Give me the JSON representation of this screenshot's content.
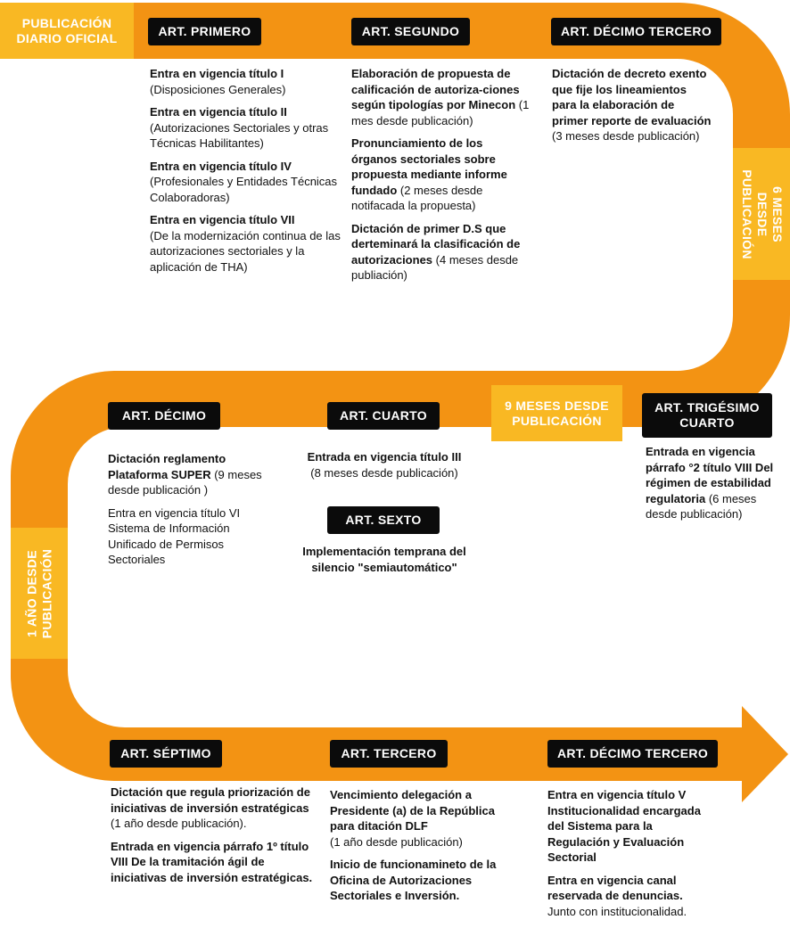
{
  "colors": {
    "track": "#f39313",
    "stamp": "#f9b823",
    "badge": "#0b0b0b"
  },
  "milestones": {
    "publicacion": "PUBLICACIÓN\nDIARIO OFICIAL",
    "seis_meses": "6 MESES DESDE\nPUBLICACIÓN",
    "nueve_meses": "9 MESES DESDE\nPUBLICACIÓN",
    "un_anio": "1 AÑO DESDE\nPUBLICACIÓN"
  },
  "row1": {
    "primero": {
      "badge": "ART. PRIMERO",
      "items": [
        {
          "bold": "Entra en vigencia título I",
          "normal": "(Disposiciones Generales)"
        },
        {
          "bold": "Entra en vigencia título II",
          "normal": "(Autorizaciones Sectoriales y otras Técnicas Habilitantes)"
        },
        {
          "bold": "Entra en vigencia título IV",
          "normal": "(Profesionales y Entidades Técnicas Colaboradoras)"
        },
        {
          "bold": "Entra en vigencia título VII",
          "normal": "(De la modernización continua de las autorizaciones sectoriales y la aplicación de THA)"
        }
      ]
    },
    "segundo": {
      "badge": "ART. SEGUNDO",
      "items": [
        {
          "bold": "Elaboración de propuesta de calificación de autoriza-ciones según tipologías por Minecon",
          "normal": "(1 mes desde publicación)"
        },
        {
          "bold": "Pronunciamiento de los órganos sectoriales sobre propuesta mediante informe fundado",
          "normal": "(2 meses desde notifacada la propuesta)"
        },
        {
          "bold": "Dictación de primer D.S que derteminará la clasificación de autorizaciones",
          "normal": "(4 meses desde publiación)"
        }
      ]
    },
    "decimo_tercero": {
      "badge": "ART. DÉCIMO TERCERO",
      "items": [
        {
          "bold": "Dictación de decreto exento que fije los lineamientos para la elaboración de primer reporte de evaluación",
          "normal": "(3 meses desde publicación)"
        }
      ]
    }
  },
  "row2": {
    "decimo": {
      "badge": "ART. DÉCIMO",
      "items": [
        {
          "bold": "Dictación reglamento Plataforma SUPER",
          "normal": "(9 meses desde publicación )"
        },
        {
          "bold": "",
          "normal": "Entra en vigencia título VI Sistema de Información Unificado de Permisos Sectoriales"
        }
      ]
    },
    "cuarto": {
      "badge": "ART. CUARTO",
      "items": [
        {
          "bold": "Entrada en vigencia título III",
          "normal": "(8 meses desde publicación)"
        }
      ]
    },
    "sexto": {
      "badge": "ART. SEXTO",
      "items": [
        {
          "bold": "Implementación temprana del silencio \"semiautomático\"",
          "normal": ""
        }
      ]
    },
    "trigesimo_cuarto": {
      "badge": "ART. TRIGÉSIMO CUARTO",
      "items": [
        {
          "bold": "Entrada en vigencia párrafo °2 título VIII Del régimen de estabilidad regulatoria",
          "normal": "(6 meses desde publicación)"
        }
      ]
    }
  },
  "row3": {
    "septimo": {
      "badge": "ART. SÉPTIMO",
      "items": [
        {
          "bold": "Dictación que regula priorización de iniciativas de inversión estratégicas",
          "normal": "(1 año desde publicación)."
        },
        {
          "bold": "Entrada en vigencia párrafo 1º título VIII De la tramitación ágil de iniciativas de inversión estratégicas.",
          "normal": ""
        }
      ]
    },
    "tercero": {
      "badge": "ART. TERCERO",
      "items": [
        {
          "bold": "Vencimiento delegación a Presidente (a) de la República para ditación DLF",
          "normal": "(1 año desde publicación)"
        },
        {
          "bold": "Inicio de funcionamineto de la Oficina de Autorizaciones Sectoriales e Inversión.",
          "normal": ""
        }
      ]
    },
    "decimo_tercero": {
      "badge": "ART. DÉCIMO TERCERO",
      "items": [
        {
          "bold": "Entra en vigencia título V Institucionalidad encargada del Sistema para la Regulación y Evaluación Sectorial",
          "normal": ""
        },
        {
          "bold": "Entra en vigencia canal reservada de denuncias.",
          "normal": "Junto con institucionalidad."
        }
      ]
    }
  }
}
